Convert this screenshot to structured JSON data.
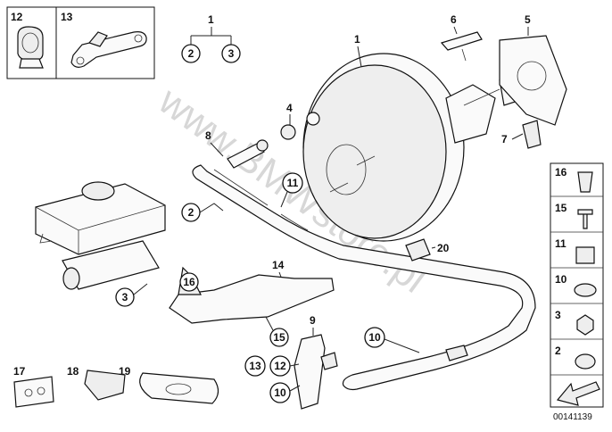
{
  "diagram": {
    "watermark": "www.BMWstore.pl",
    "diagram_code": "00141139",
    "labels": {
      "l1_top": "1",
      "l1_main": "1",
      "l2_a": "2",
      "l3_a": "3",
      "l2_b": "2",
      "l3_b": "3",
      "l4": "4",
      "l5": "5",
      "l6": "6",
      "l7": "7",
      "l8": "8",
      "l9": "9",
      "l10_a": "10",
      "l10_b": "10",
      "l11": "11",
      "l12_a": "12",
      "l12_b": "12",
      "l13_a": "13",
      "l13_b": "13",
      "l14": "14",
      "l15": "15",
      "l16": "16",
      "l17": "17",
      "l18": "18",
      "l19": "19",
      "l20": "20"
    },
    "side_panel": [
      "16",
      "15",
      "11",
      "10",
      "3",
      "2"
    ]
  }
}
